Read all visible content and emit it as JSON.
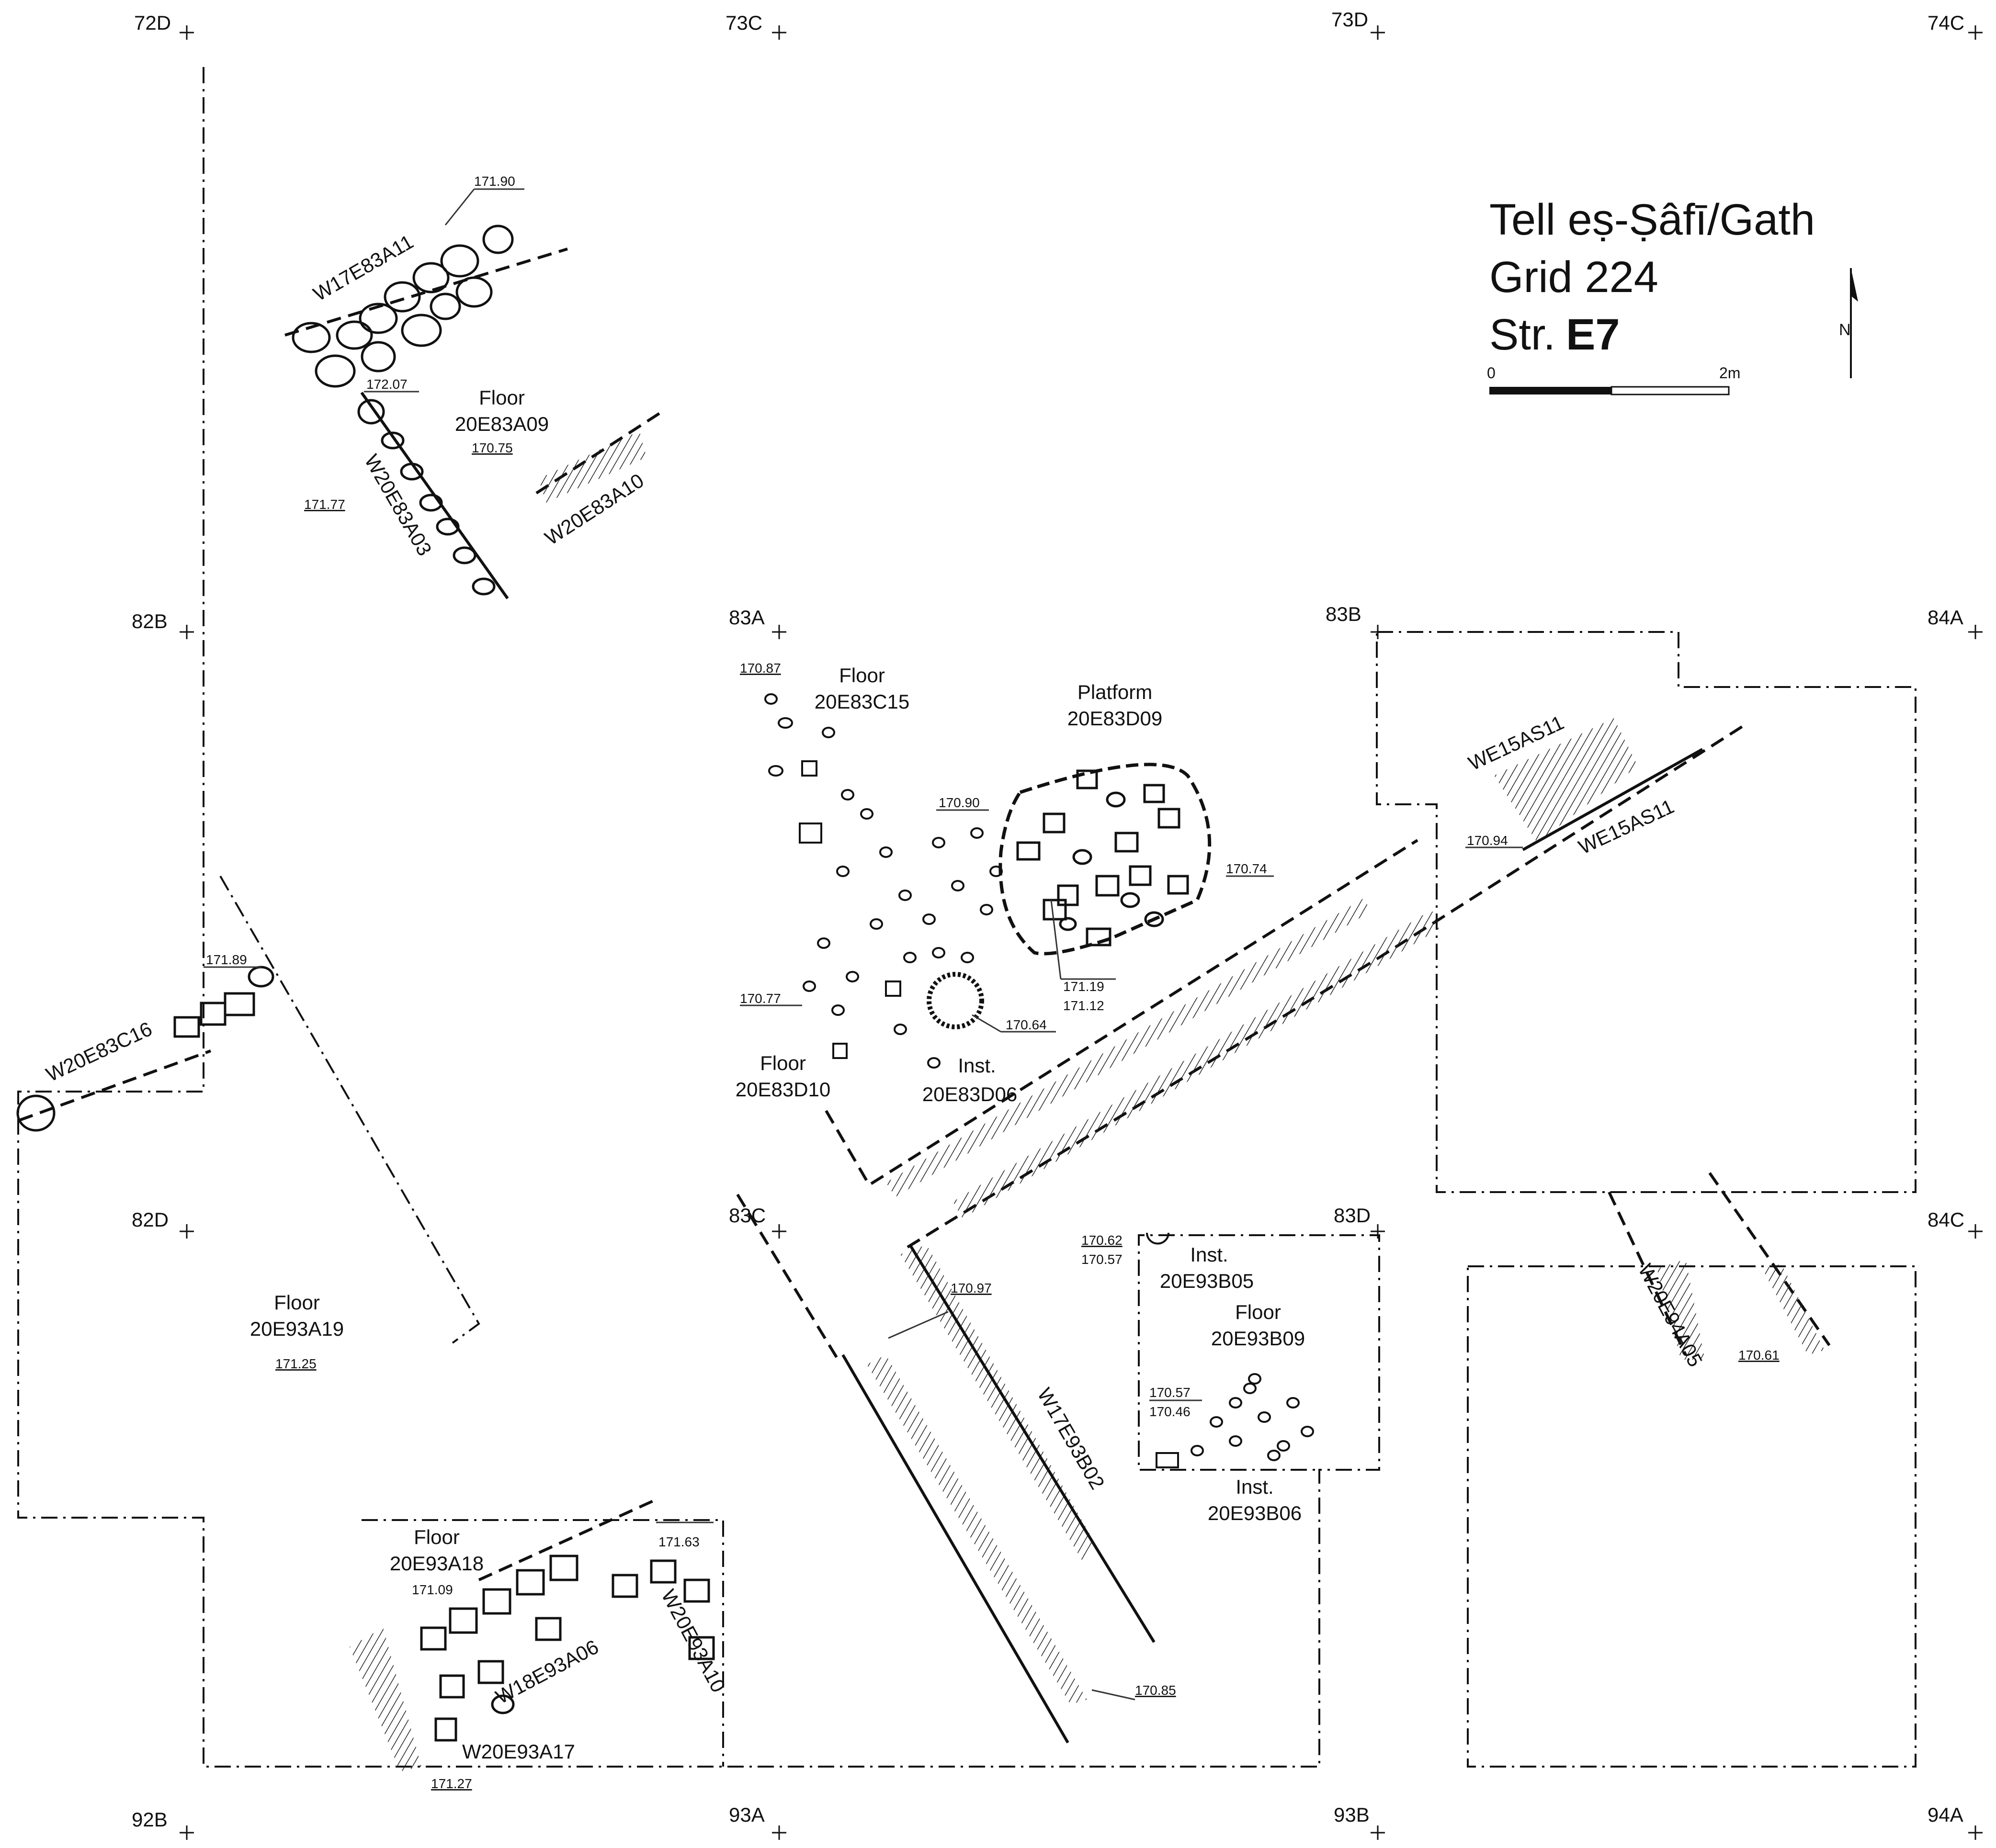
{
  "title": {
    "site": "Tell eṣ-Ṣâfī/Gath",
    "grid": "Grid 224",
    "stratum_prefix": "Str.",
    "stratum": "E7"
  },
  "scale_bar": {
    "start": "0",
    "end": "2m"
  },
  "north_arrow": "N",
  "grid_markers": {
    "72D": "72D",
    "73C": "73C",
    "73D": "73D",
    "74C": "74C",
    "82B": "82B",
    "83A": "83A",
    "83B": "83B",
    "84A": "84A",
    "82D": "82D",
    "83C": "83C",
    "83D": "83D",
    "84C": "84C",
    "92B": "92B",
    "93A": "93A",
    "93B": "93B",
    "94A": "94A"
  },
  "walls": {
    "w17e83a11": "W17E83A11",
    "w20e83a03": "W20E83A03",
    "w20e83a10": "W20E83A10",
    "w20e83c16": "W20E83C16",
    "we15as11_a": "WE15AS11",
    "we15as11_b": "WE15AS11",
    "w17e93b02": "W17E93B02",
    "w20e94a05": "W20E94A05",
    "w18e93a06": "W18E93A06",
    "w20e93a10": "W20E93A10",
    "w20e93a17": "W20E93A17"
  },
  "features": {
    "floor_20e83a09": {
      "type": "Floor",
      "code": "20E83A09"
    },
    "floor_20e83c15": {
      "type": "Floor",
      "code": "20E83C15"
    },
    "platform_20e83d09": {
      "type": "Platform",
      "code": "20E83D09"
    },
    "floor_20e83d10": {
      "type": "Floor",
      "code": "20E83D10"
    },
    "inst_20e83d06": {
      "type": "Inst.",
      "code": "20E83D06"
    },
    "floor_20e93a19": {
      "type": "Floor",
      "code": "20E93A19"
    },
    "inst_20e93b05": {
      "type": "Inst.",
      "code": "20E93B05"
    },
    "floor_20e93b09": {
      "type": "Floor",
      "code": "20E93B09"
    },
    "inst_20e93b06": {
      "type": "Inst.",
      "code": "20E93B06"
    },
    "floor_20e93a18": {
      "type": "Floor",
      "code": "20E93A18"
    }
  },
  "elevations": {
    "e_171_90": "171.90",
    "e_172_07": "172.07",
    "e_170_75": "170.75",
    "e_171_77": "171.77",
    "e_170_87": "170.87",
    "e_170_90": "170.90",
    "e_170_74": "170.74",
    "e_171_19": "171.19",
    "e_171_12": "171.12",
    "e_170_77": "170.77",
    "e_170_64": "170.64",
    "e_171_89": "171.89",
    "e_170_94": "170.94",
    "e_170_62": "170.62",
    "e_170_57_a": "170.57",
    "e_170_97": "170.97",
    "e_171_25": "171.25",
    "e_170_57_b": "170.57",
    "e_170_46": "170.46",
    "e_170_61": "170.61",
    "e_171_63": "171.63",
    "e_171_09": "171.09",
    "e_170_85": "170.85",
    "e_171_27": "171.27"
  },
  "colors": {
    "ink": "#111111",
    "hatch": "#222222",
    "paper": "#ffffff"
  }
}
